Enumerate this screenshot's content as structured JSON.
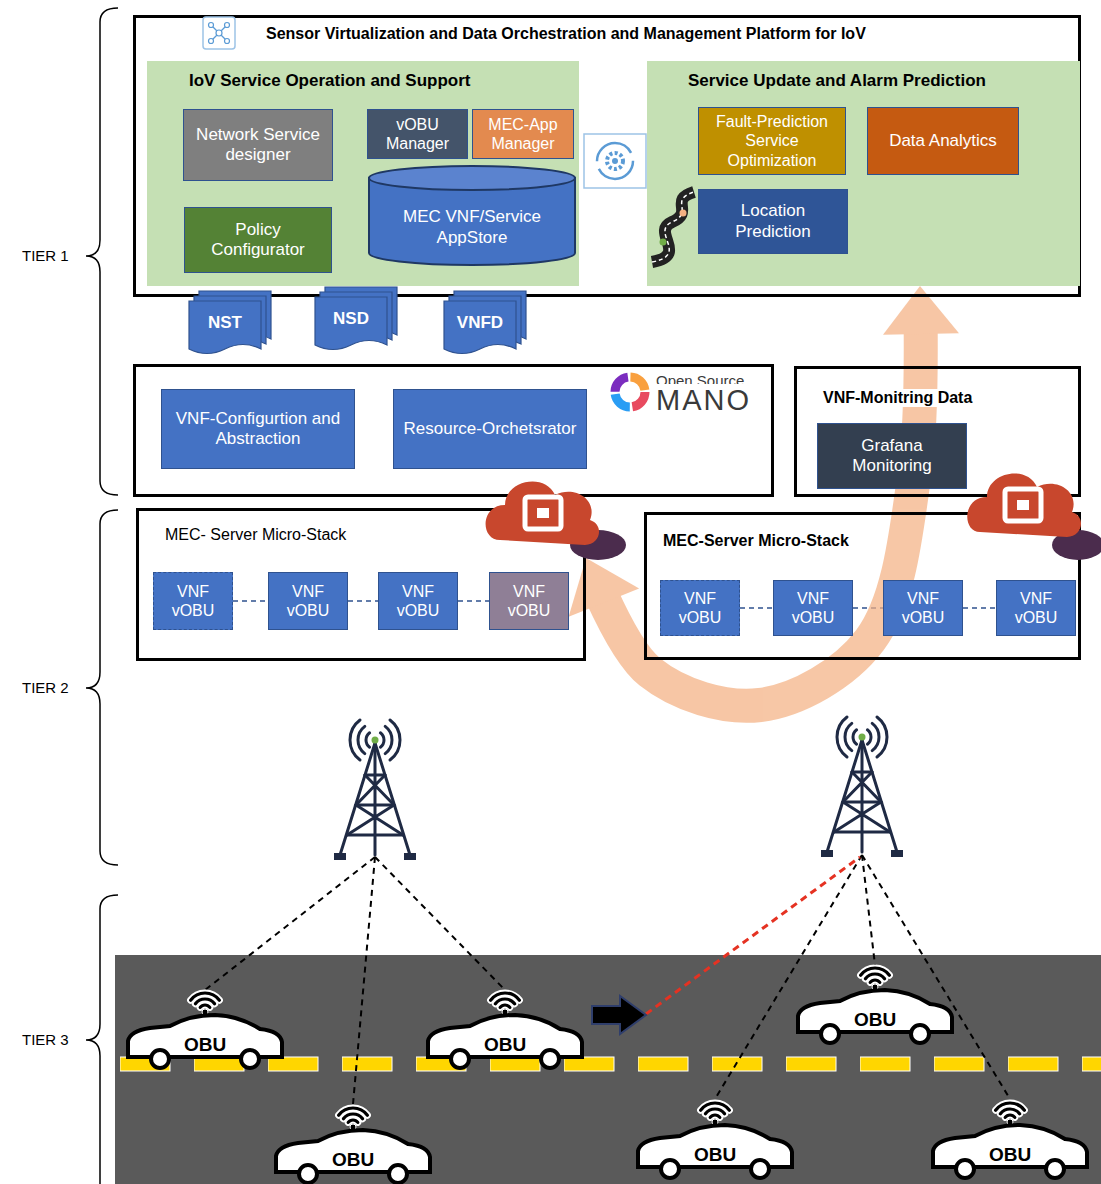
{
  "diagram": {
    "nodes": [
      {
        "text": [
          "Sensor Virtualization and Data Orchestration and Management Platform for IoV"
        ]
      },
      {
        "text": [
          "IoV Service Operation and Support"
        ],
        "in": 0
      },
      {
        "text": [
          "Network Service designer"
        ],
        "in": 1
      },
      {
        "text": [
          "vOBU Manager"
        ],
        "in": 1
      },
      {
        "text": [
          "MEC-App Manager"
        ],
        "in": 1
      },
      {
        "text": [
          "MEC VNF/Service AppStore"
        ],
        "in": 1
      },
      {
        "text": [
          "Policy Configurator"
        ],
        "in": 1
      },
      {
        "text": [
          "Service Update and Alarm Prediction"
        ],
        "in": 0
      },
      {
        "text": [
          "Fault-Prediction Service Optimization"
        ],
        "in": 7
      },
      {
        "text": [
          "Data Analytics"
        ],
        "in": 7
      },
      {
        "text": [
          "Location Prediction"
        ],
        "in": 7
      },
      {
        "text": [
          "NST"
        ]
      },
      {
        "text": [
          "NSD"
        ]
      },
      {
        "text": [
          "VNFD"
        ]
      },
      {
        "text": [
          "Open Source",
          "MANO"
        ]
      },
      {
        "text": [
          "VNF-Configurtion and Abstraction"
        ],
        "in": 14
      },
      {
        "text": [
          "Resource-Orchetsrator"
        ],
        "in": 14
      },
      {
        "text": [
          "VNF-Monitring Data"
        ]
      },
      {
        "text": [
          "Grafana Monitoring"
        ],
        "in": 17
      },
      {
        "text": [
          "MEC- Server Micro-Stack"
        ]
      },
      {
        "text": [
          "VNF vOBU"
        ],
        "in": 19
      },
      {
        "text": [
          "VNF vOBU"
        ],
        "in": 19
      },
      {
        "text": [
          "VNF vOBU"
        ],
        "in": 19
      },
      {
        "text": [
          "VNF vOBU"
        ],
        "in": 19
      },
      {
        "text": [
          "MEC-Server Micro-Stack"
        ]
      },
      {
        "text": [
          "VNF vOBU"
        ],
        "in": 24
      },
      {
        "text": [
          "VNF vOBU"
        ],
        "in": 24
      },
      {
        "text": [
          "VNF vOBU"
        ],
        "in": 24
      },
      {
        "text": [
          "VNF vOBU"
        ],
        "in": 24
      },
      {
        "text": [
          "OBU"
        ]
      },
      {
        "text": [
          "OBU"
        ]
      },
      {
        "text": [
          "OBU"
        ]
      },
      {
        "text": [
          "OBU"
        ]
      },
      {
        "text": [
          "OBU"
        ]
      },
      {
        "text": [
          "OBU"
        ]
      }
    ],
    "edges": [
      {
        "from": 20,
        "to": 21,
        "arrow": "none"
      },
      {
        "from": 21,
        "to": 22,
        "arrow": "none"
      },
      {
        "from": 22,
        "to": 23,
        "arrow": "none"
      },
      {
        "from": 25,
        "to": 26,
        "arrow": "none"
      },
      {
        "from": 26,
        "to": 27,
        "arrow": "none"
      },
      {
        "from": 27,
        "to": 28,
        "arrow": "none"
      },
      {
        "from": 19,
        "to": 7,
        "arrow": "both"
      }
    ],
    "labels": [
      "TIER 1",
      "TIER 2",
      "TIER 3"
    ]
  }
}
